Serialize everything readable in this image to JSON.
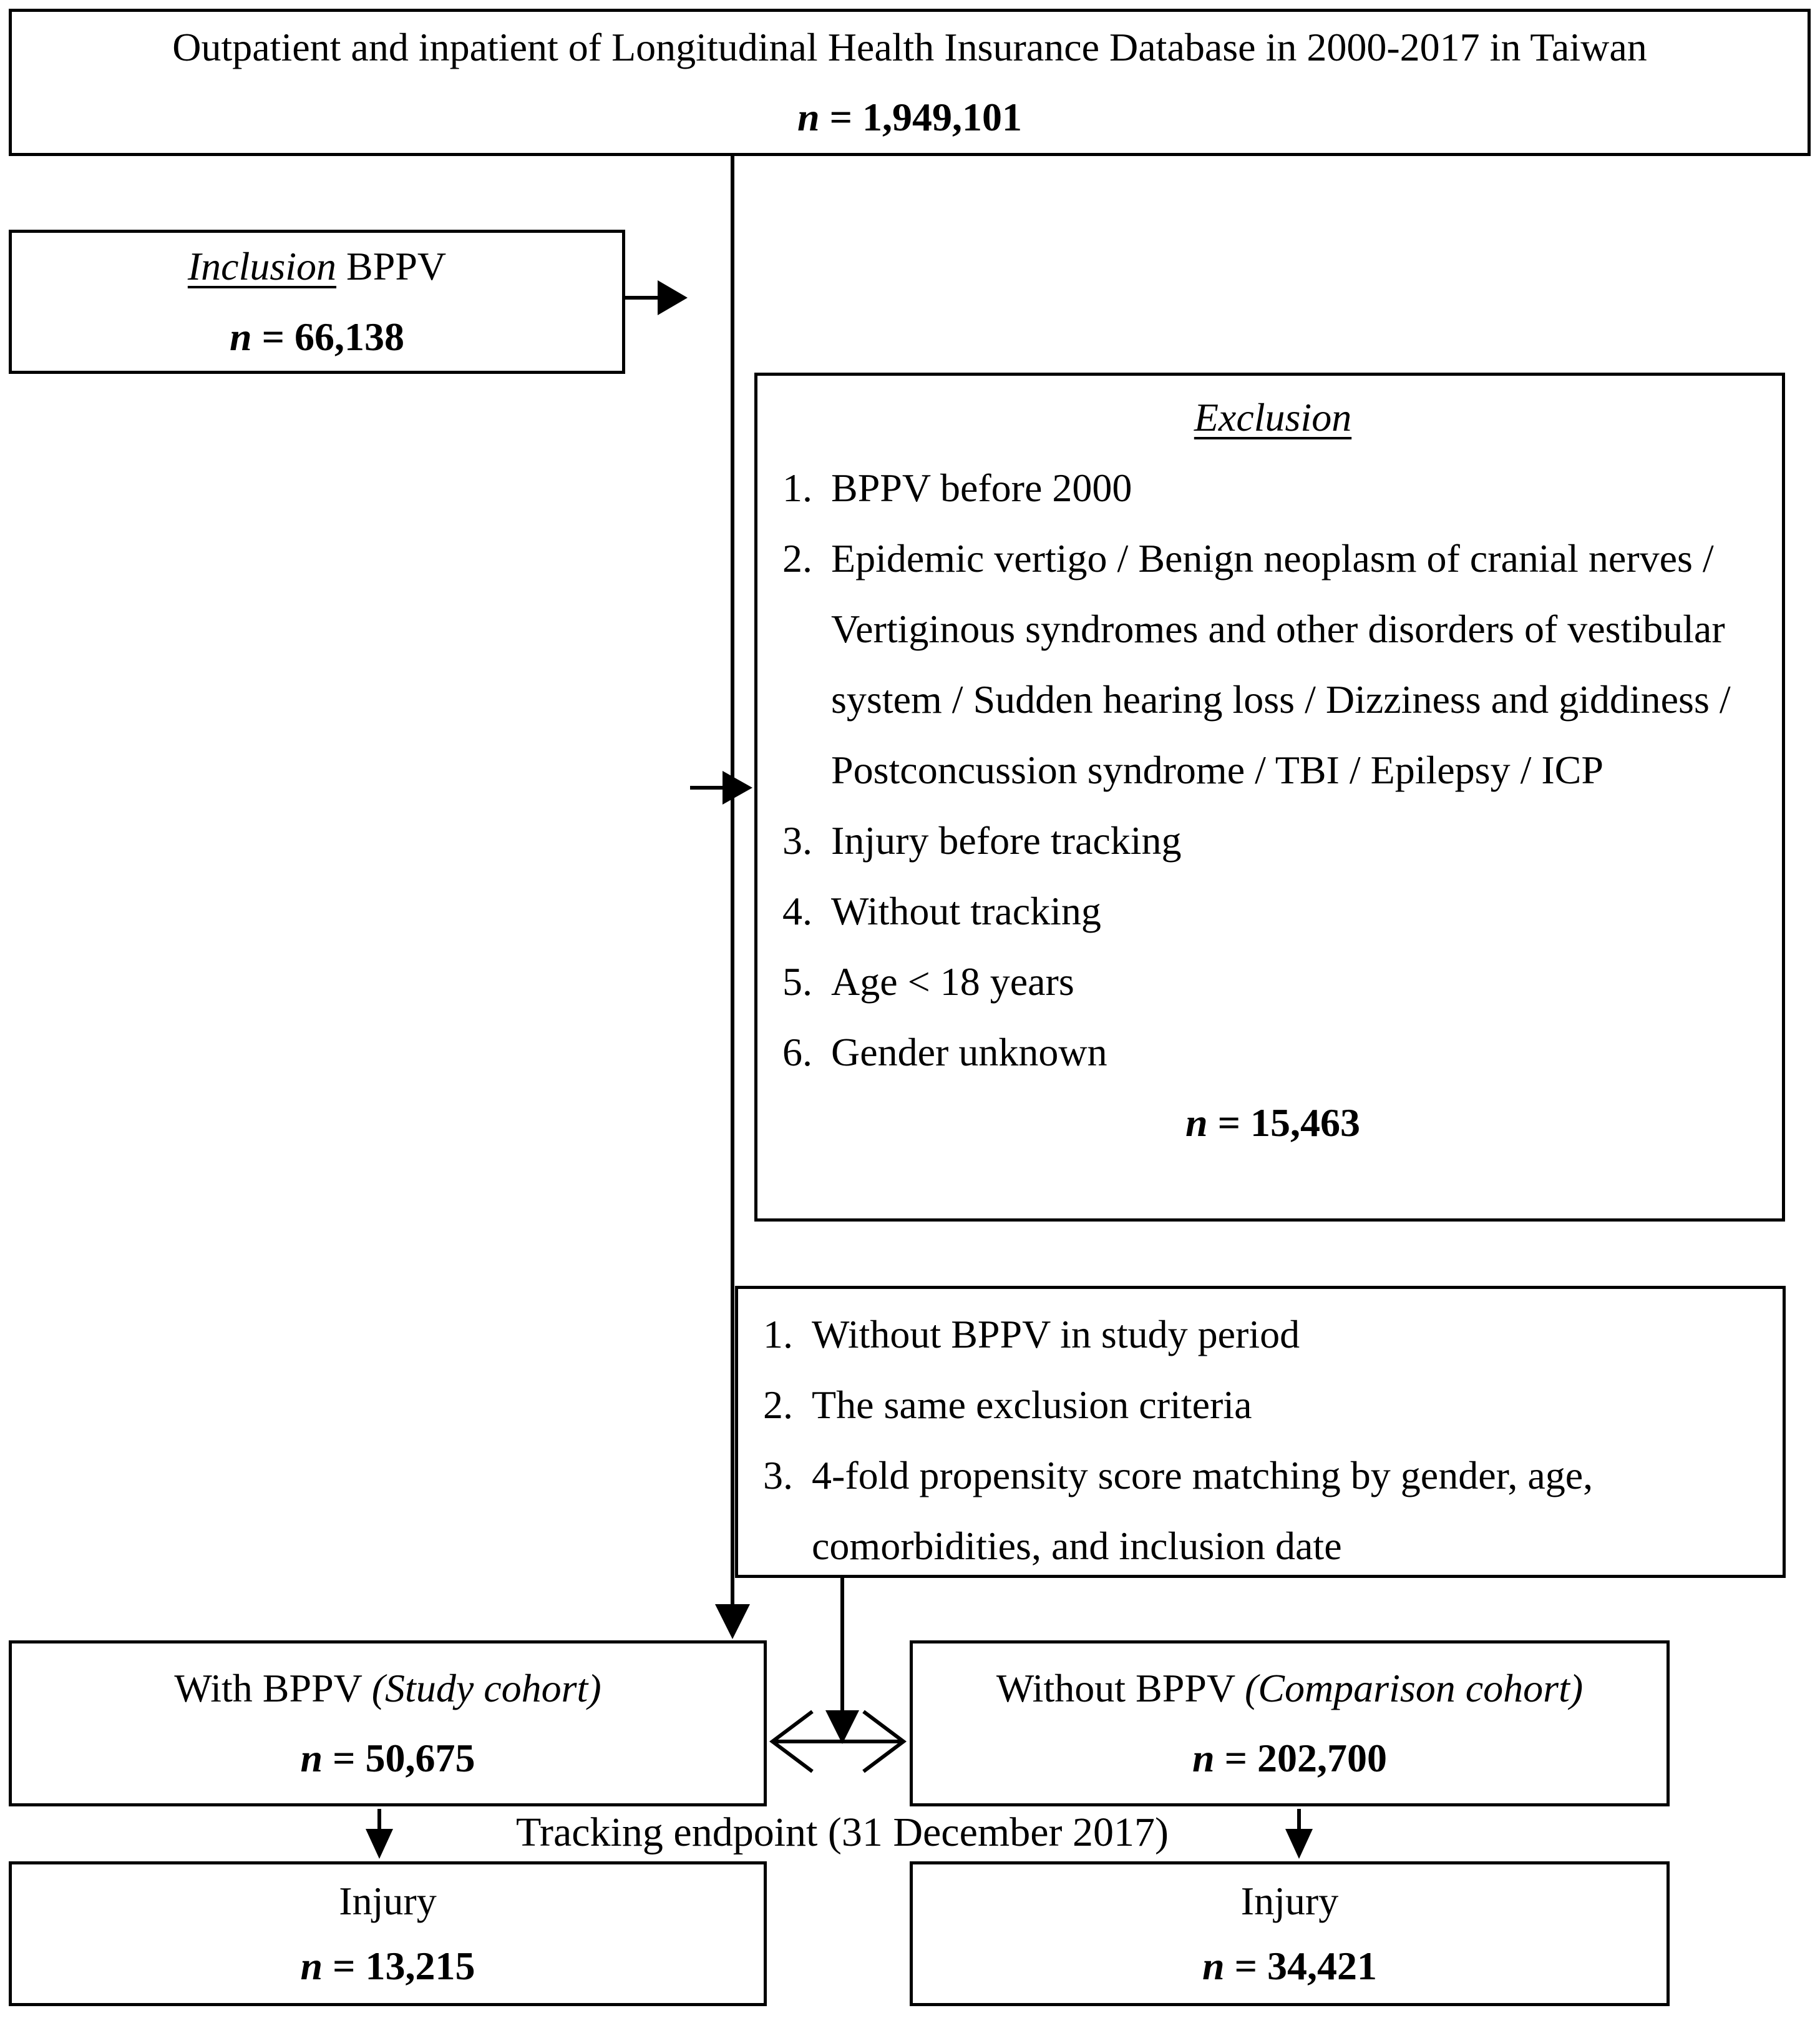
{
  "colors": {
    "background": "#ffffff",
    "ink": "#000000",
    "border": "#000000"
  },
  "diagram": {
    "source_box": {
      "text": "Outpatient and inpatient of Longitudinal Health Insurance Database in 2000-2017 in Taiwan",
      "n_italic": "n",
      "n_rest": " = 1,949,101"
    },
    "inclusion_box": {
      "title_italic": "Inclusion",
      "title_rest": " BPPV",
      "n_italic": "n",
      "n_rest": " = 66,138"
    },
    "exclusion_box": {
      "title": "Exclusion",
      "items": [
        {
          "marker": "1.",
          "text": "BPPV before 2000"
        },
        {
          "marker": "2.",
          "text": "Epidemic vertigo / Benign neoplasm of cranial nerves / Vertiginous syndromes and other disorders of vestibular system / Sudden hearing loss / Dizziness and giddiness / Postconcussion syndrome / TBI / Epilepsy / ICP"
        },
        {
          "marker": "3.",
          "text": "Injury before tracking"
        },
        {
          "marker": "4.",
          "text": "Without tracking"
        },
        {
          "marker": "5.",
          "text": "Age < 18 years"
        },
        {
          "marker": "6.",
          "text": "Gender unknown"
        }
      ],
      "n_italic": "n",
      "n_rest": " = 15,463"
    },
    "matching_box": {
      "items": [
        {
          "marker": "1.",
          "text": "Without BPPV in study period"
        },
        {
          "marker": "2.",
          "text": "The same exclusion criteria"
        },
        {
          "marker": "3.",
          "text": "4-fold propensity score matching by gender, age, comorbidities, and inclusion date"
        }
      ]
    },
    "study_box": {
      "label": "With BPPV ",
      "label_italic": "(Study cohort)",
      "n_italic": "n",
      "n_rest": " = 50,675"
    },
    "comparison_box": {
      "label": "Without BPPV ",
      "label_italic": "(Comparison cohort)",
      "n_italic": "n",
      "n_rest": " = 202,700"
    },
    "tracking_label": "Tracking endpoint (31 December 2017)",
    "study_injury_box": {
      "label": "Injury",
      "n_italic": "n",
      "n_rest": " = 13,215"
    },
    "comparison_injury_box": {
      "label": "Injury",
      "n_italic": "n",
      "n_rest": " = 34,421"
    }
  }
}
